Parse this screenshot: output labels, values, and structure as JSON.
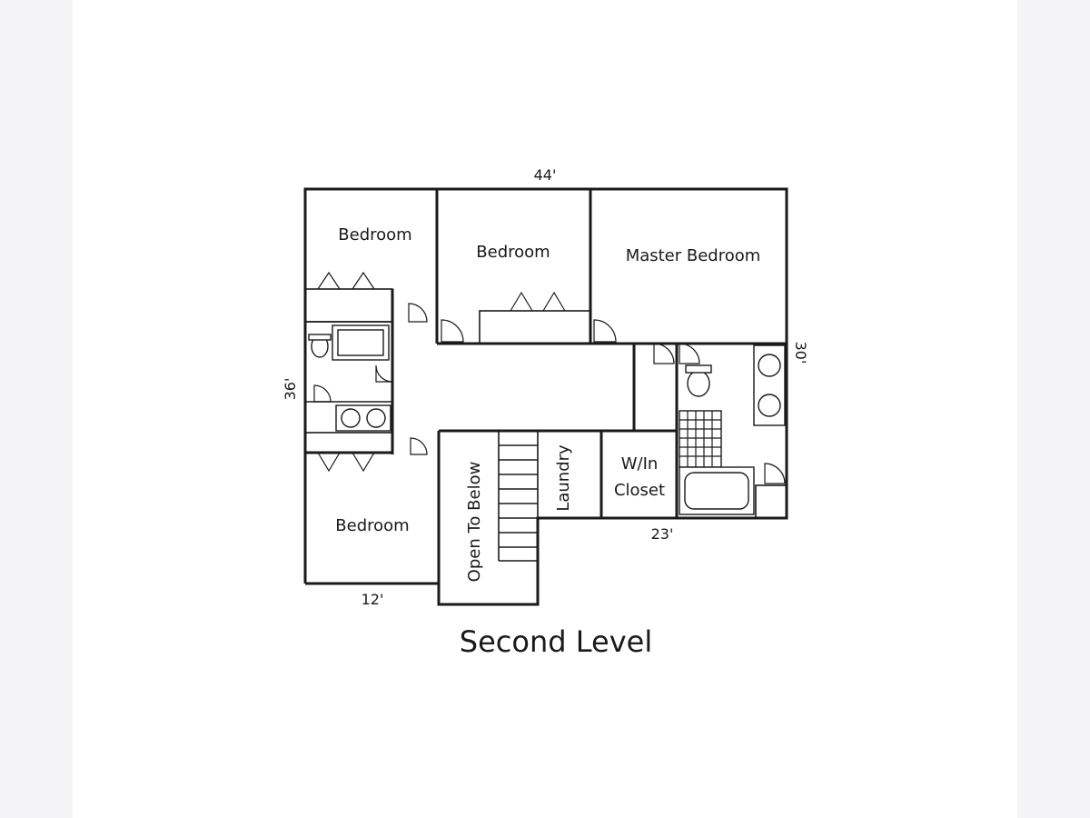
{
  "dimensions": {
    "top": "44'",
    "left": "36'",
    "right": "30'",
    "bottom_right": "23'",
    "bottom_left": "12'"
  },
  "rooms": {
    "bedroom_top_left": "Bedroom",
    "bedroom_top_middle": "Bedroom",
    "master_bedroom": "Master Bedroom",
    "bedroom_bottom_left": "Bedroom",
    "open_to_below": "Open To Below",
    "laundry": "Laundry",
    "walk_in_closet_line1": "W/In",
    "walk_in_closet_line2": "Closet"
  },
  "title": "Second Level"
}
